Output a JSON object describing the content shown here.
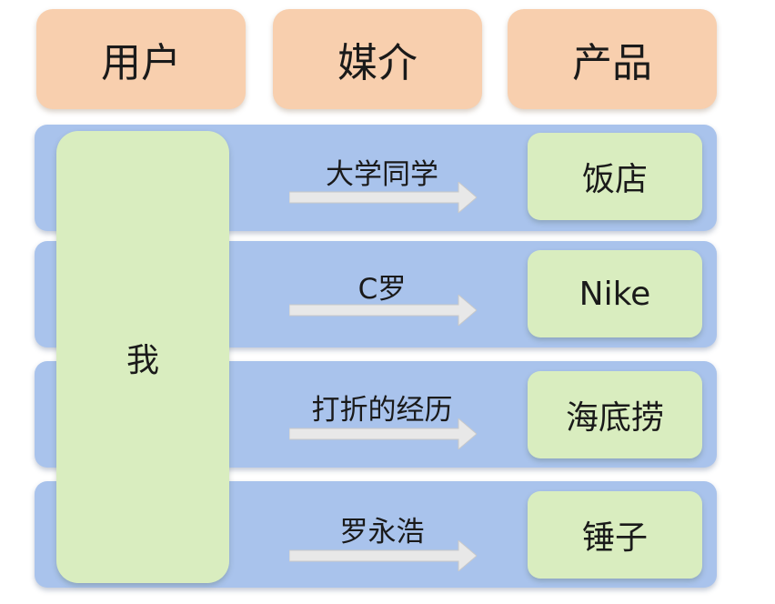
{
  "headers": {
    "user": "用户",
    "media": "媒介",
    "product": "产品"
  },
  "user": "我",
  "rows": [
    {
      "media": "大学同学",
      "product": "饭店"
    },
    {
      "media": "C罗",
      "product": "Nike"
    },
    {
      "media": "打折的经历",
      "product": "海底捞"
    },
    {
      "media": "罗永浩",
      "product": "锤子"
    }
  ],
  "colors": {
    "header_fill": "#f8cfae",
    "band_fill": "#a9c3ec",
    "box_fill": "#d9edbf",
    "arrow_fill": "#e8e8e8"
  }
}
